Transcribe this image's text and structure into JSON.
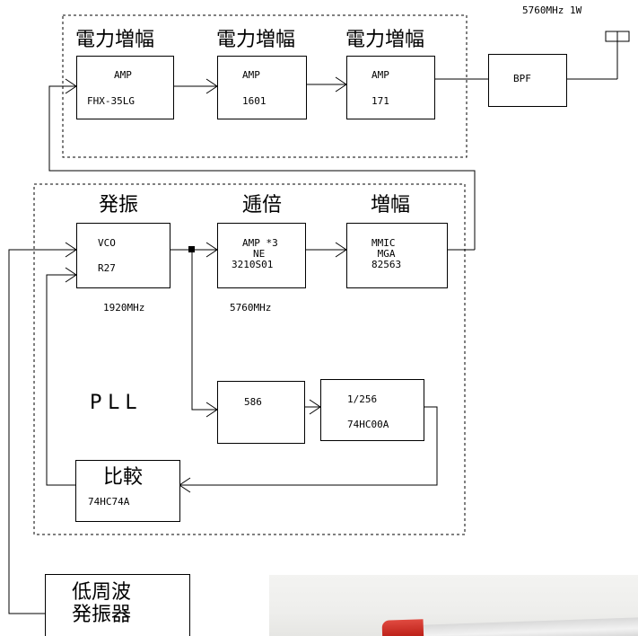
{
  "antenna_label": "5760MHz 1W",
  "tx": {
    "stage_labels": [
      "電力増幅",
      "電力増幅",
      "電力増幅"
    ],
    "amps": [
      {
        "title": "AMP",
        "part": "FHX-35LG"
      },
      {
        "title": "AMP",
        "part": "1601"
      },
      {
        "title": "AMP",
        "part": "171"
      }
    ],
    "bpf": "BPF"
  },
  "osc": {
    "stage_labels": [
      "発振",
      "逓倍",
      "増幅"
    ],
    "vco": {
      "line1": "VCO",
      "line2": "R27"
    },
    "mult": {
      "line1": "AMP *3",
      "line2": "NE",
      "line3": "3210S01"
    },
    "mmic": {
      "line1": "MMIC",
      "line2": " MGA",
      "line3": "82563"
    },
    "freq_vco": "1920MHz",
    "freq_mult": "5760MHz"
  },
  "pll": {
    "label": "P L L",
    "prescaler": "586",
    "divider": {
      "line1": "1/256",
      "line2": "74HC00A"
    },
    "comparator": {
      "title": "比較",
      "part": "74HC74A"
    }
  },
  "lfo": {
    "line1": "低周波",
    "line2": "発振器"
  }
}
